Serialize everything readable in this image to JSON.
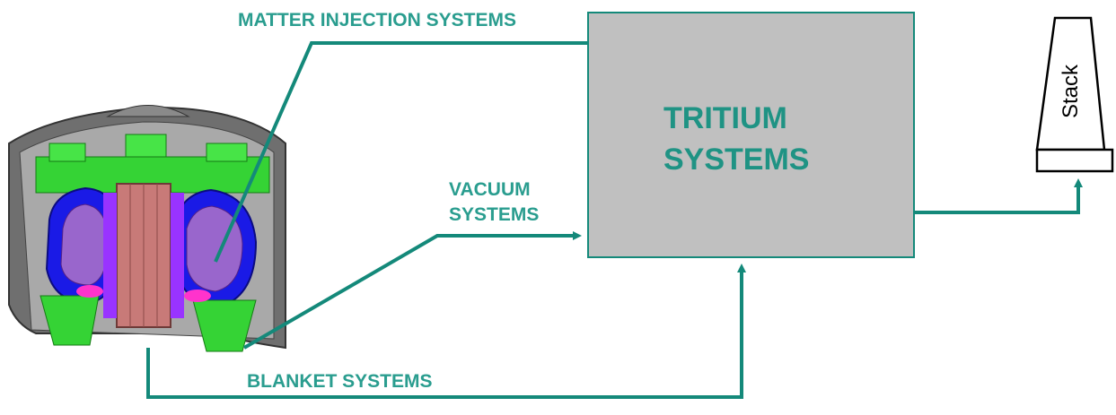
{
  "labels": {
    "matter_injection": "MATTER INJECTION  SYSTEMS",
    "vacuum_line1": "VACUUM",
    "vacuum_line2": "SYSTEMS",
    "blanket": "BLANKET SYSTEMS",
    "tritium_line1": "TRITIUM",
    "tritium_line2": "SYSTEMS",
    "stack": "Stack"
  },
  "colors": {
    "connector": "#14897a",
    "label_text": "#2a9d8f",
    "box_fill": "#c0c0c0"
  },
  "icons": {
    "reactor": "tokamak-reactor-cutaway-illustration",
    "stack": "exhaust-stack-icon"
  }
}
